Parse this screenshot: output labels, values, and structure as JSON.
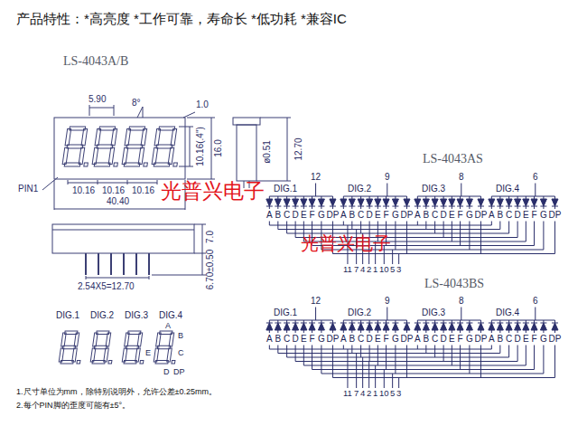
{
  "diagram": {
    "title": "产品特性：*高亮度 *工作可靠，寿命长 *低功耗 *兼容IC",
    "labels": [
      "LS-4043A/B",
      "5.90",
      "8°",
      "1.0",
      "10.16(.4\")",
      "16.0",
      "PIN1",
      "10.16",
      "10.16",
      "10.16",
      "40.40",
      "ø0.51",
      "12.70",
      "7.0",
      "6.70±0.50",
      "2.54X5=12.70",
      "光普兴电子",
      "LS-4043AS",
      "12",
      "9",
      "8",
      "6",
      "DIG.1",
      "DIG.2",
      "DIG.3",
      "DIG.4",
      "A",
      "B",
      "C",
      "D",
      "E",
      "F",
      "G",
      "DP",
      "A",
      "B",
      "C",
      "D",
      "E",
      "F",
      "G",
      "DP",
      "A",
      "B",
      "C",
      "D",
      "E",
      "F",
      "G",
      "DP",
      "A",
      "B",
      "C",
      "D",
      "E",
      "F",
      "G",
      "DP",
      "11",
      "7",
      "4",
      "2",
      "1",
      "10",
      "5",
      "3",
      "光普兴电子",
      "LS-4043BS",
      "12",
      "9",
      "8",
      "6",
      "DIG.1",
      "DIG.2",
      "DIG.3",
      "DIG.4",
      "A",
      "B",
      "C",
      "D",
      "E",
      "F",
      "G",
      "DP",
      "A",
      "B",
      "C",
      "D",
      "E",
      "F",
      "G",
      "DP",
      "A",
      "B",
      "C",
      "D",
      "E",
      "F",
      "G",
      "DP",
      "A",
      "B",
      "C",
      "D",
      "E",
      "F",
      "G",
      "DP",
      "11",
      "7",
      "4",
      "2",
      "1",
      "10",
      "5",
      "3",
      "DIG.1",
      "DIG.2",
      "DIG.3",
      "DIG.4",
      "A",
      "B",
      "E",
      "C",
      "D",
      "DP",
      "1.尺寸单位为mm，除特别说明外，允许公差±0.25mm。",
      "2.每个PIN脚的歪度可能有±5°。"
    ]
  }
}
